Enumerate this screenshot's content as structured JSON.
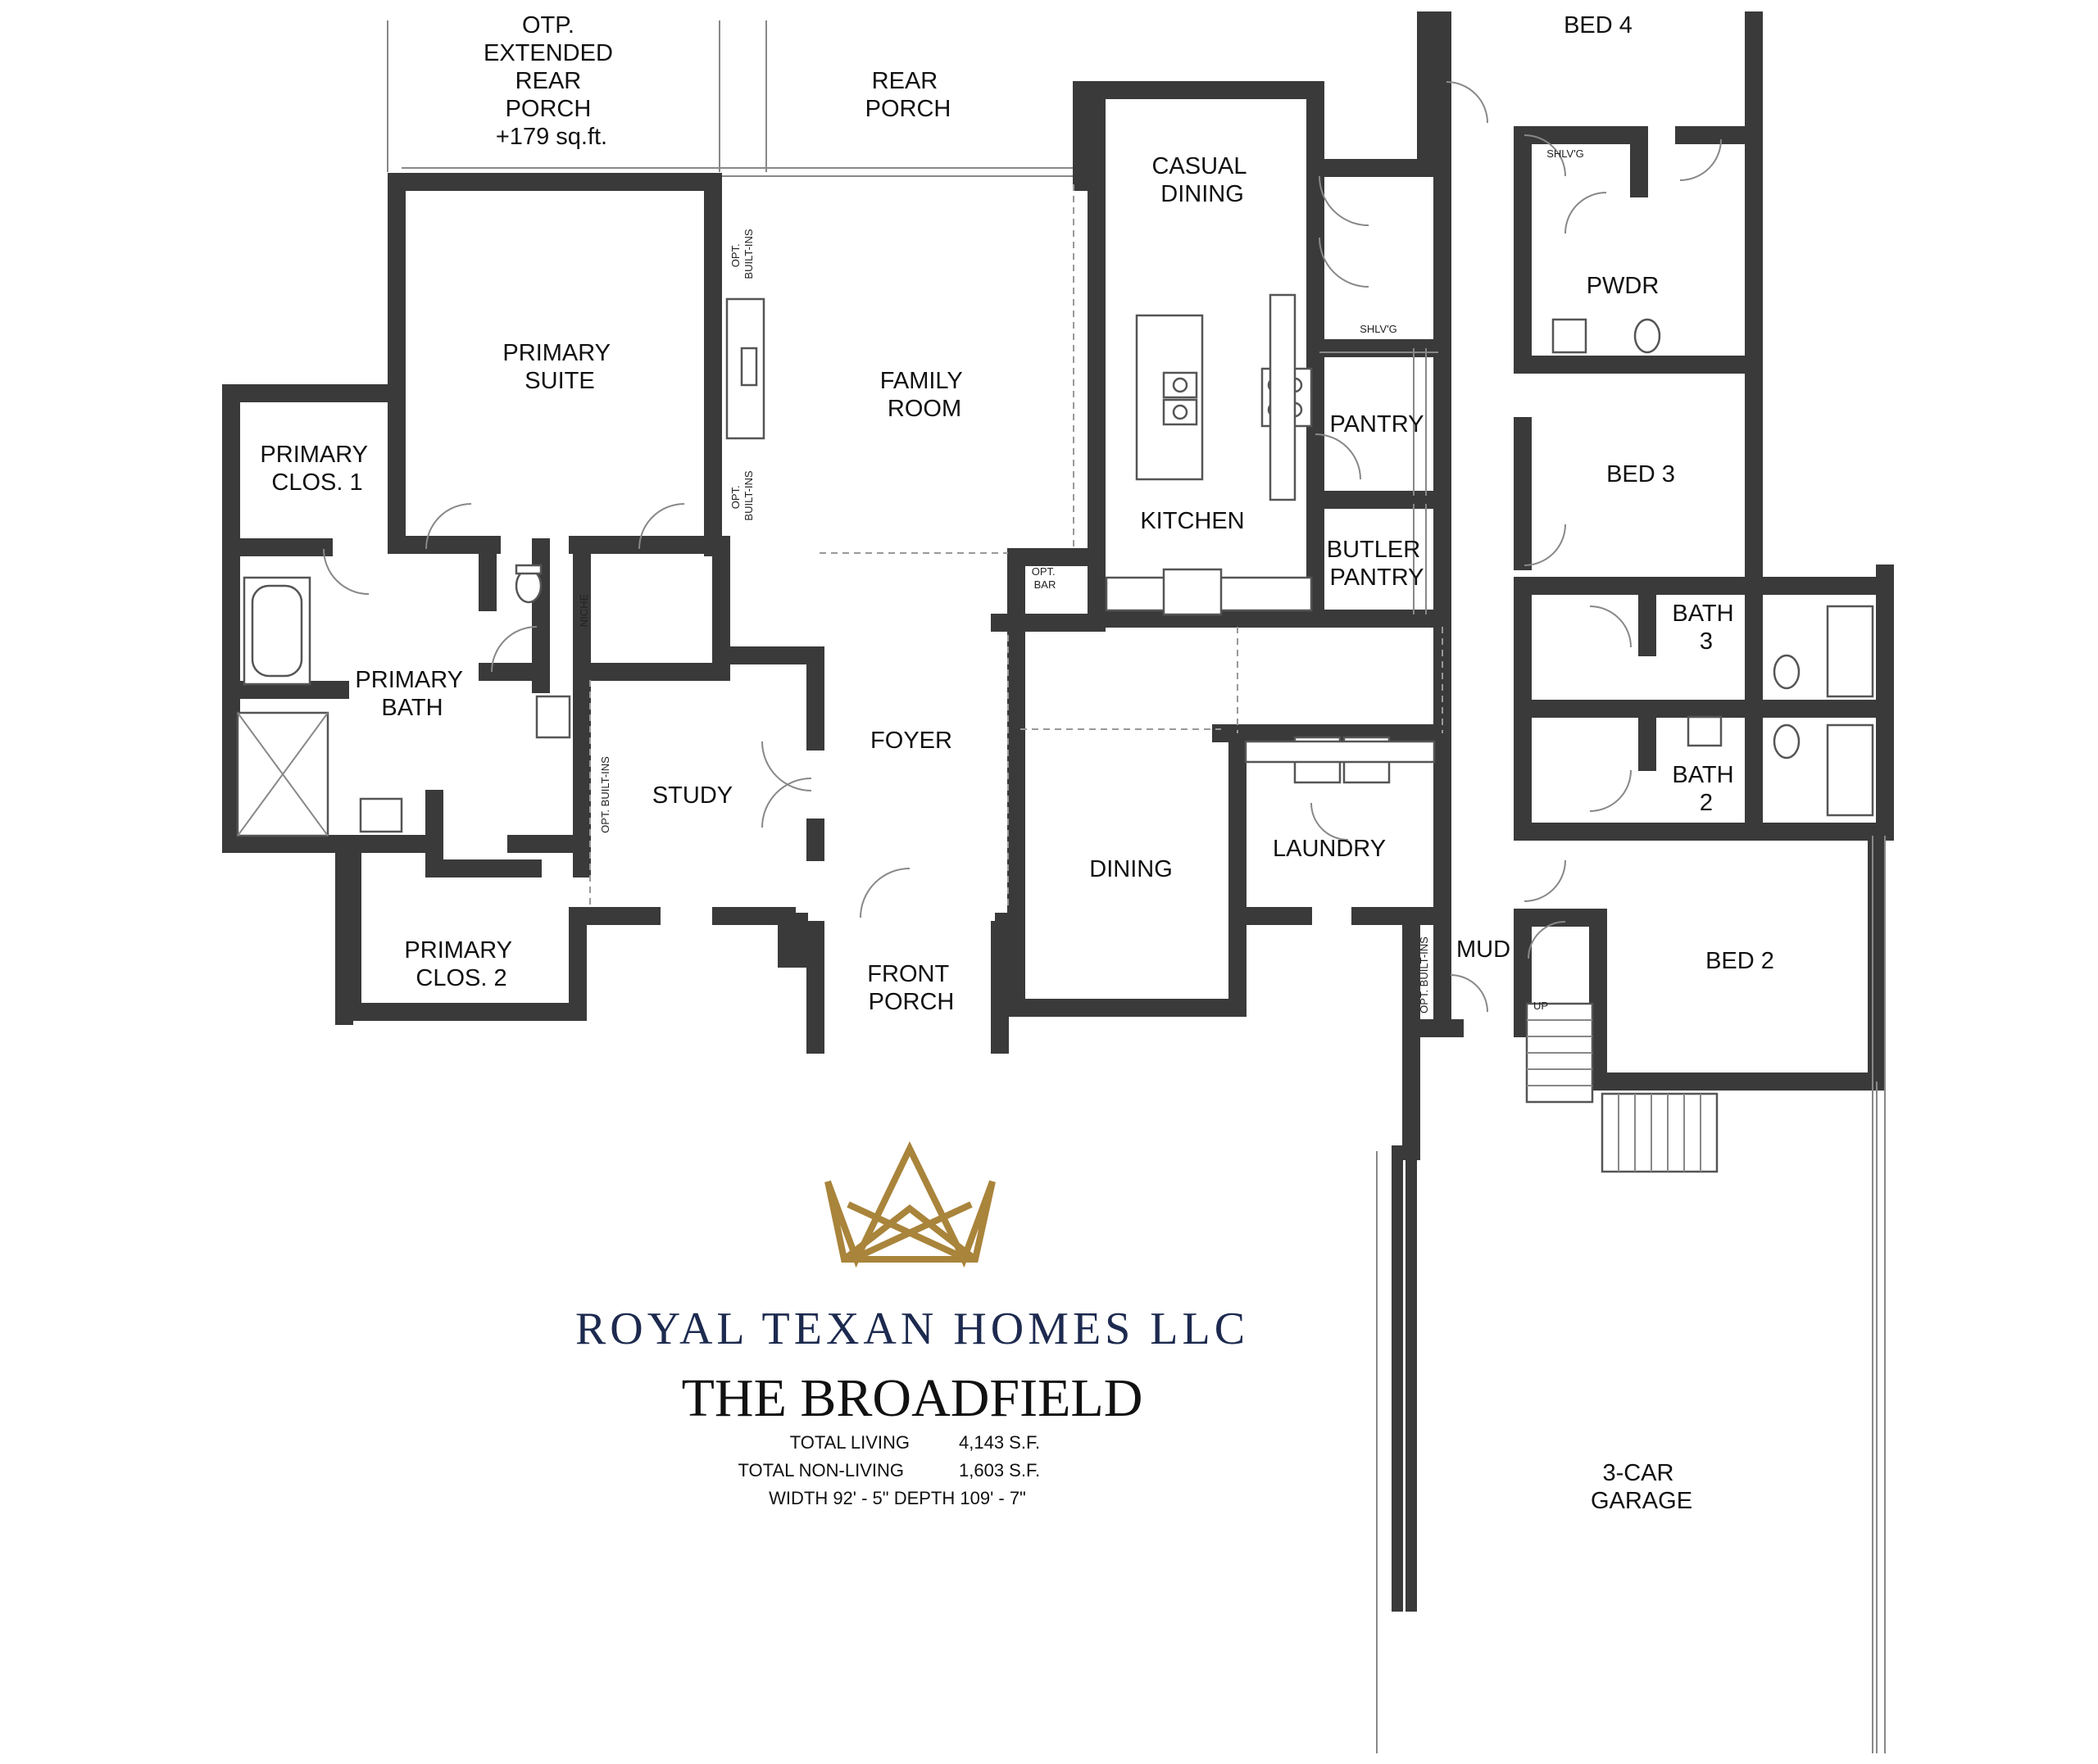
{
  "rooms": {
    "otp_rear_porch": [
      "OTP.",
      "EXTENDED",
      "REAR",
      "PORCH",
      "+179 sq.ft."
    ],
    "rear_porch": [
      "REAR",
      "PORCH"
    ],
    "bed4": "BED 4",
    "casual_dining": [
      "CASUAL",
      "DINING"
    ],
    "primary_suite": [
      "PRIMARY",
      "SUITE"
    ],
    "family_room": [
      "FAMILY",
      "ROOM"
    ],
    "primary_clos1": [
      "PRIMARY",
      "CLOS. 1"
    ],
    "kitchen": "KITCHEN",
    "pantry": "PANTRY",
    "butler_pantry": [
      "BUTLER",
      "PANTRY"
    ],
    "pwdr": "PWDR",
    "bed3": "BED 3",
    "primary_bath": [
      "PRIMARY",
      "BATH"
    ],
    "bath3": [
      "BATH",
      "3"
    ],
    "bath2": [
      "BATH",
      "2"
    ],
    "foyer": "FOYER",
    "study": "STUDY",
    "dining": "DINING",
    "laundry": "LAUNDRY",
    "mud": "MUD",
    "bed2": "BED 2",
    "primary_clos2": [
      "PRIMARY",
      "CLOS. 2"
    ],
    "front_porch": [
      "FRONT",
      "PORCH"
    ],
    "garage": [
      "3-CAR",
      "GARAGE"
    ]
  },
  "notes": {
    "shlvg": "SHLV'G",
    "opt_built_ins": [
      "OPT.",
      "BUILT-INS"
    ],
    "opt_built_ins_long": "OPT. BUILT-INS",
    "opt_bar": [
      "OPT.",
      "BAR"
    ],
    "niche": "NICHE",
    "up": "UP"
  },
  "branding": {
    "company": "ROYAL TEXAN HOMES LLC",
    "plan_name": "THE BROADFIELD",
    "logo_color": "#a9843b",
    "company_color": "#1d2a4f"
  },
  "stats": {
    "total_living_label": "TOTAL LIVING",
    "total_living_value": "4,143 S.F.",
    "total_non_living_label": "TOTAL NON-LIVING",
    "total_non_living_value": "1,603 S.F.",
    "dimensions": "WIDTH  92' - 5\"  DEPTH  109' - 7\""
  }
}
